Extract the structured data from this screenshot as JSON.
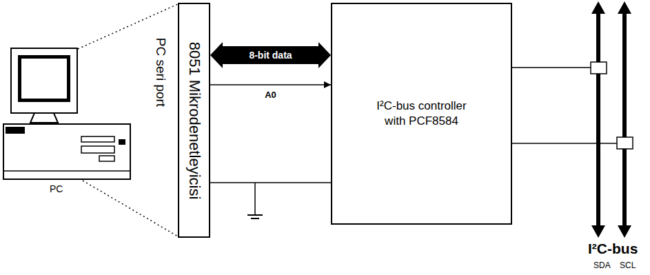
{
  "diagram": {
    "nodes": [
      {
        "text": [
          "8051 Mikrodenetleyicisi"
        ]
      },
      {
        "text": [
          "I²C-bus controller with PCF8584"
        ]
      }
    ],
    "edges": [
      {
        "from": 0,
        "to": 1,
        "arrow": "both",
        "label": "8-bit data"
      },
      {
        "from": 0,
        "to": 1,
        "arrow": "to",
        "label": "A0"
      },
      {
        "from": 0,
        "to": 1,
        "arrow": "none"
      }
    ],
    "labels": [
      "PC seri port",
      "PC",
      "I²C-bus",
      "SDA",
      "SCL"
    ]
  }
}
